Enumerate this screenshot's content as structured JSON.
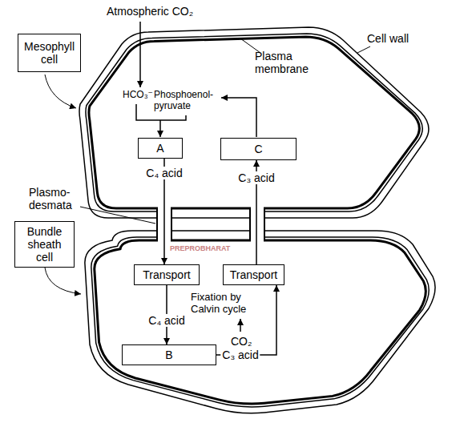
{
  "diagram": {
    "nodes": [
      {
        "text": [
          "Mesophyll cell"
        ]
      },
      {
        "text": [
          "A"
        ]
      },
      {
        "text": [
          "C"
        ]
      },
      {
        "text": [
          "Bundle sheath cell"
        ]
      },
      {
        "text": [
          "Transport"
        ]
      },
      {
        "text": [
          "Transport"
        ]
      },
      {
        "text": [
          "B"
        ]
      }
    ],
    "edges": [
      {
        "from": 1,
        "to": 4,
        "arrow": "to",
        "label": "C₄ acid"
      },
      {
        "from": 4,
        "to": 6,
        "arrow": "to",
        "label": "C₄ acid"
      },
      {
        "from": 6,
        "to": 5,
        "arrow": "to",
        "label": "C₃ acid"
      },
      {
        "from": 5,
        "to": 2,
        "arrow": "to",
        "label": "C₃ acid"
      }
    ],
    "labels": [
      "Atmospheric CO₂",
      "Plasma membrane",
      "Cell wall",
      "HCO₃⁻",
      "Phosphoenol- pyruvate",
      "Plasmo- desmata",
      "Fixation by Calvin cycle",
      "CO₂",
      "PREPROBHARAT"
    ]
  }
}
